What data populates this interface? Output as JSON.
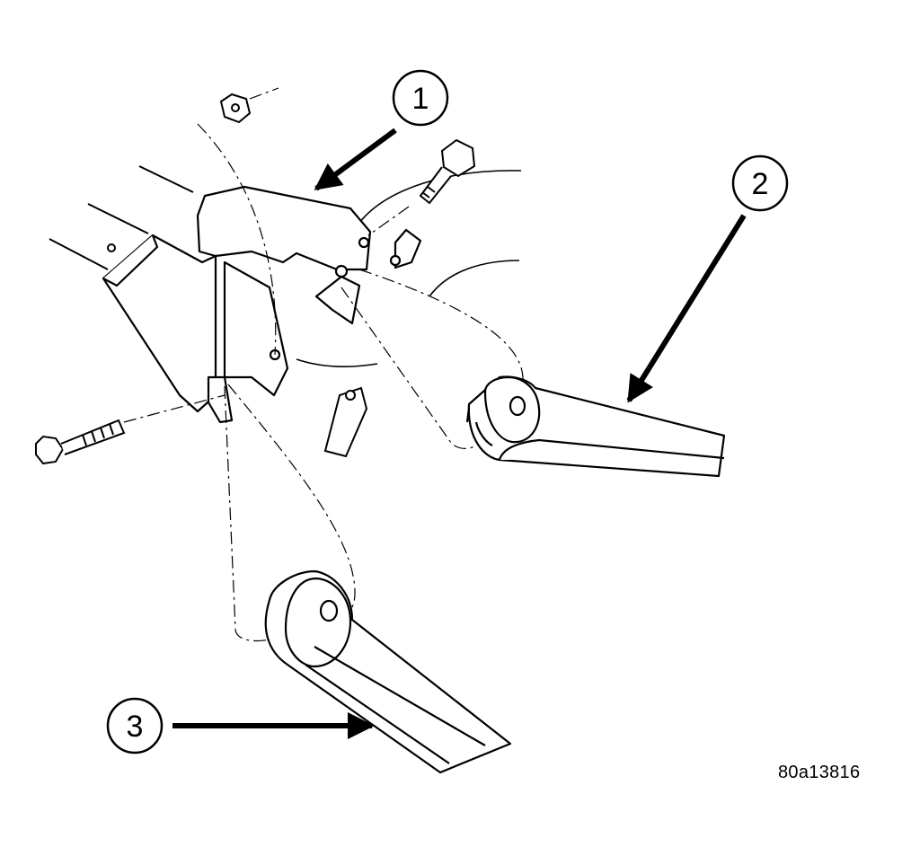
{
  "figure": {
    "id_label": "80a13816"
  },
  "callouts": [
    {
      "number": "1",
      "part": "bracket"
    },
    {
      "number": "2",
      "part": "upper-control-arm"
    },
    {
      "number": "3",
      "part": "lower-control-arm"
    }
  ],
  "colors": {
    "ink": "#000000",
    "paper": "#ffffff"
  }
}
